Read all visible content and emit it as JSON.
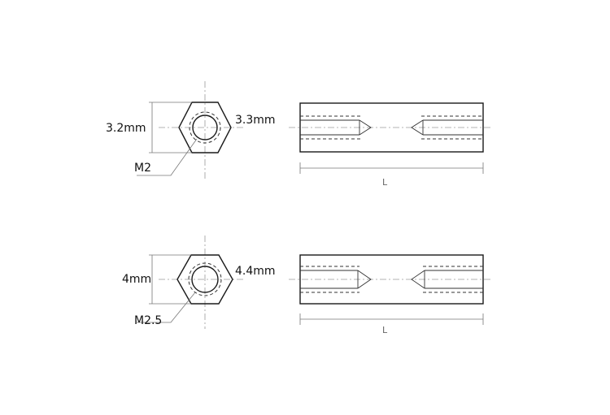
{
  "standoff_small": {
    "across_flats": "3.2mm",
    "across_corners": "3.3mm",
    "thread": "M2",
    "length": "L"
  },
  "standoff_large": {
    "across_flats": "4mm",
    "across_corners": "4.4mm",
    "thread": "M2.5",
    "length": "L"
  }
}
